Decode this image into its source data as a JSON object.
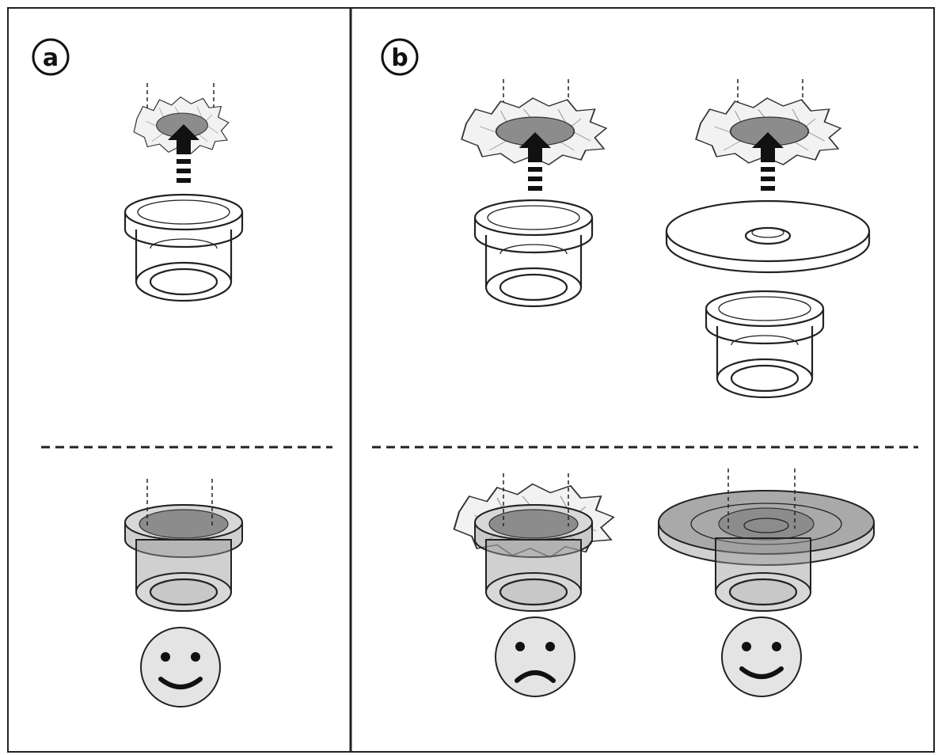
{
  "panels": [
    {
      "id": "a",
      "label": "a"
    },
    {
      "id": "b",
      "label": "b"
    }
  ],
  "outcomes": [
    {
      "panel": "a",
      "mood": "happy"
    },
    {
      "panel": "b-left",
      "mood": "sad"
    },
    {
      "panel": "b-right",
      "mood": "happy"
    }
  ]
}
